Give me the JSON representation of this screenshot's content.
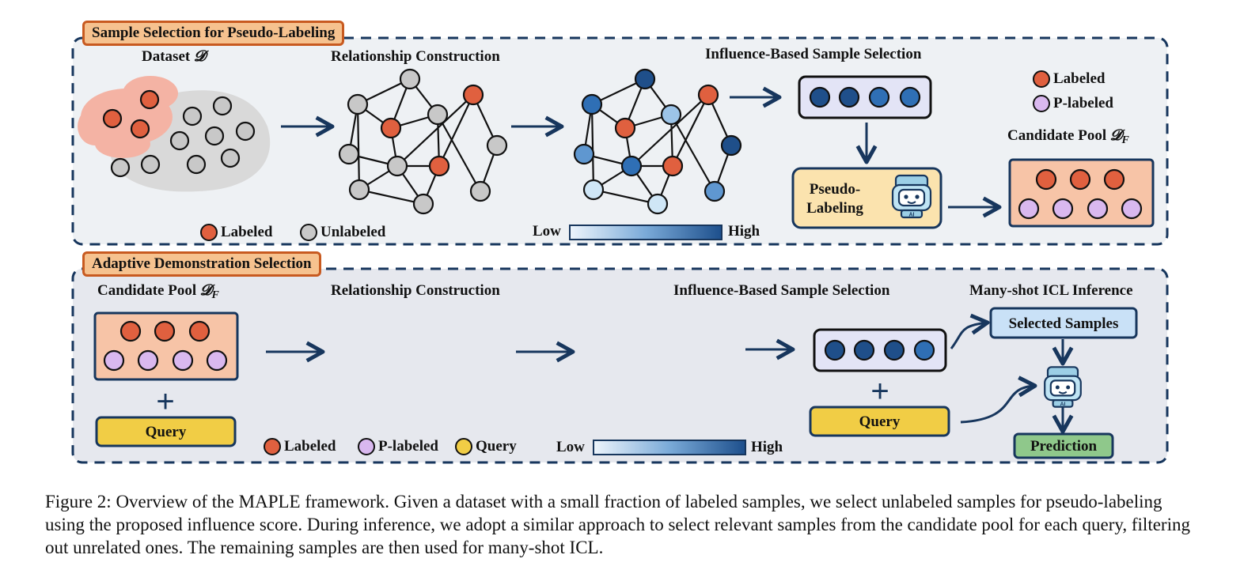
{
  "colors": {
    "labeled": "#e0603f",
    "unlabeled": "#c8c8c8",
    "p_labeled": "#d9b8ef",
    "query": "#f1cd45",
    "navy": "#17365d",
    "panel_top_bg": "#eef1f4",
    "panel_bottom_bg": "#e6e8ee",
    "title_fill": "#f6c28f",
    "title_border": "#c85a20",
    "pool_fill": "#f7c4a7",
    "pseudo_fill": "#fbe3ae",
    "selected_fill": "#c9e1f7",
    "prediction_fill": "#8fc88b"
  },
  "top_panel": {
    "title": "Sample Selection for Pseudo-Labeling",
    "dataset_label": "Dataset",
    "dataset_symbol": "𝓓",
    "relationship_label": "Relationship Construction",
    "influence_label": "Influence-Based Sample Selection",
    "legend_right": {
      "labeled": "Labeled",
      "p_labeled": "P-labeled"
    },
    "candidate_pool_label": "Candidate Pool",
    "candidate_pool_symbol": "𝓓",
    "candidate_pool_sub": "F",
    "pseudo_labeling_label": "Pseudo-Labeling",
    "legend_bottom": {
      "labeled": "Labeled",
      "unlabeled": "Unlabeled"
    },
    "gradient_low": "Low",
    "gradient_high": "High"
  },
  "bottom_panel": {
    "title": "Adaptive Demonstration Selection",
    "candidate_pool_label": "Candidate Pool",
    "candidate_pool_symbol": "𝓓",
    "candidate_pool_sub": "F",
    "relationship_label": "Relationship Construction",
    "influence_label": "Influence-Based Sample Selection",
    "inference_label": "Many-shot ICL Inference",
    "query_label": "Query",
    "query_label_right": "Query",
    "selected_samples_label": "Selected Samples",
    "prediction_label": "Prediction",
    "legend": {
      "labeled": "Labeled",
      "p_labeled": "P-labeled",
      "query": "Query"
    },
    "gradient_low": "Low",
    "gradient_high": "High",
    "plus_left": "+",
    "plus_right": "+"
  },
  "robot_text": "AI",
  "caption": "Figure 2: Overview of the MAPLE framework. Given a dataset with a small fraction of labeled samples, we select unlabeled samples for pseudo-labeling using the proposed influence score. During inference, we adopt a similar approach to select relevant samples from the candidate pool for each query, filtering out unrelated ones. The remaining samples are then used for many-shot ICL."
}
